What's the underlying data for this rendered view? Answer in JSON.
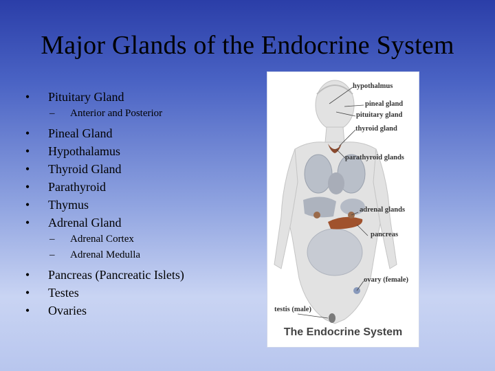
{
  "slide": {
    "title": "Major Glands of the Endocrine System"
  },
  "bullets": {
    "marker": "•",
    "dash": "–",
    "items": [
      {
        "text": "Pituitary Gland",
        "sub": [
          "Anterior and Posterior"
        ]
      },
      {
        "text": "Pineal Gland"
      },
      {
        "text": "Hypothalamus"
      },
      {
        "text": "Thyroid Gland"
      },
      {
        "text": "Parathyroid"
      },
      {
        "text": "Thymus"
      },
      {
        "text": "Adrenal Gland",
        "sub": [
          "Adrenal Cortex",
          "Adrenal Medulla"
        ]
      },
      {
        "text": "Pancreas (Pancreatic Islets)"
      },
      {
        "text": "Testes"
      },
      {
        "text": "Ovaries"
      }
    ]
  },
  "figure": {
    "caption": "The Endocrine System",
    "labels": {
      "hypothalmus": "hypothalmus",
      "pineal": "pineal gland",
      "pituitary": "pituitary gland",
      "thyroid": "thyroid gland",
      "parathyroid": "parathyroid glands",
      "adrenal": "adrenal glands",
      "pancreas": "pancreas",
      "ovary": "ovary (female)",
      "testis": "testis (male)"
    }
  }
}
